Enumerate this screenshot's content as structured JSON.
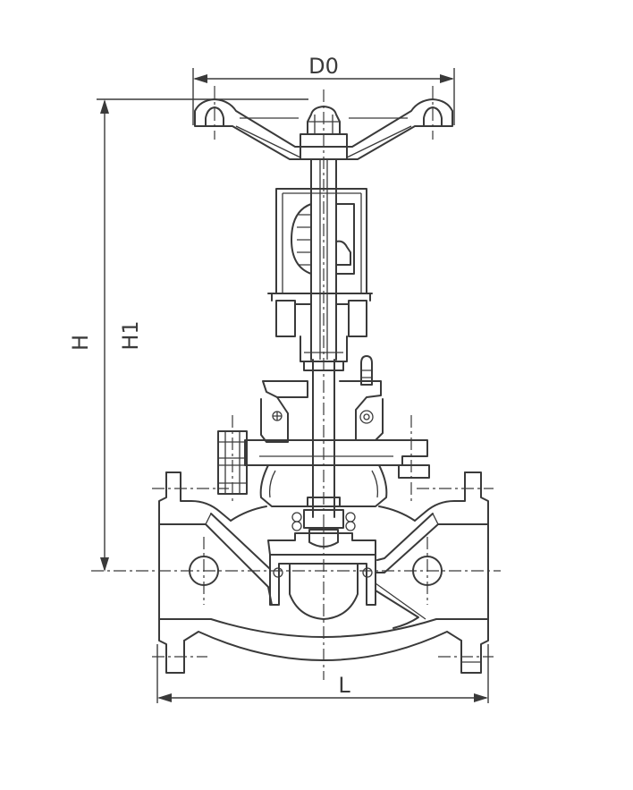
{
  "labels": {
    "d0": "D0",
    "h": "H",
    "h1": "H1",
    "l": "L"
  },
  "colors": {
    "line": "#3a3a3a",
    "background": "#ffffff"
  }
}
